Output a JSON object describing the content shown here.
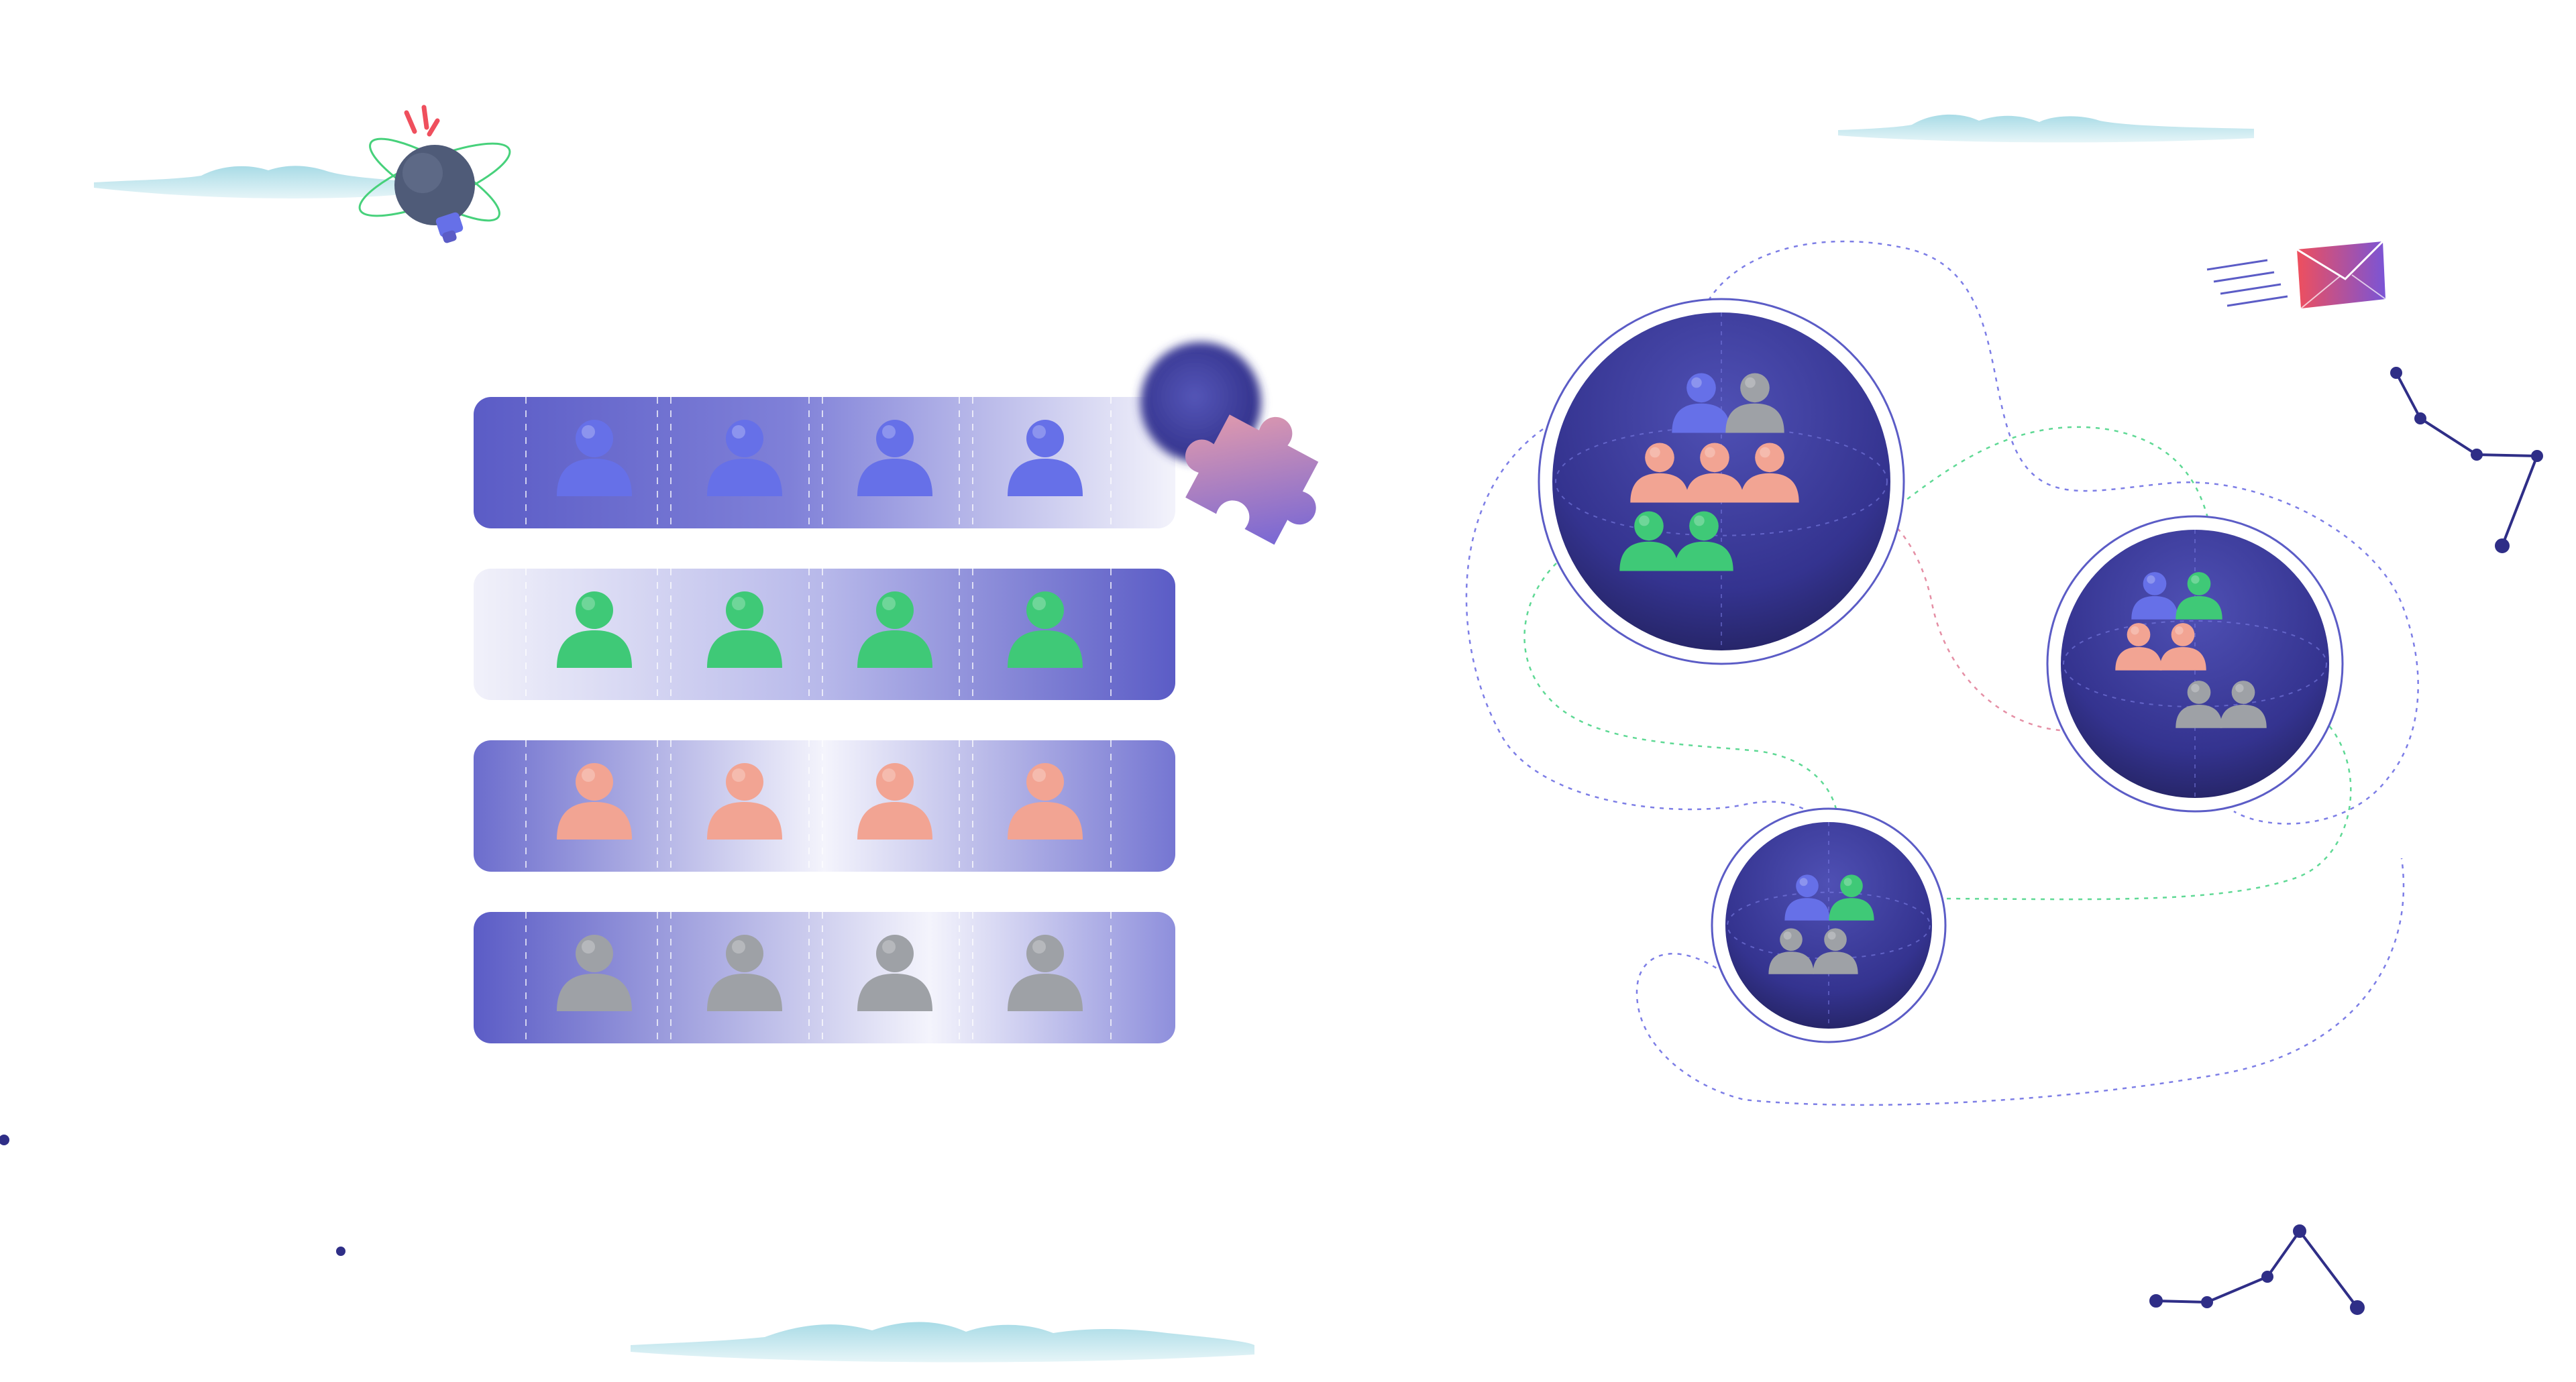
{
  "colors": {
    "background": "#ffffff",
    "navy": "#3b3a9a",
    "bar_blue": "#5b5cc6",
    "user_blue": "#6670e8",
    "user_green": "#3fc977",
    "user_pink": "#f2a493",
    "user_gray": "#9ea1a6",
    "cloud": "#a8dbe6",
    "envelope_red": "#ef4f5d",
    "envelope_violet": "#7a54d6",
    "orbit_green": "#47d17b",
    "path_violet": "#7d7ee6",
    "path_green": "#5fd995",
    "path_pink": "#e58fa5"
  },
  "groups": [
    {
      "name": "blue",
      "members": 4,
      "color": "#6670e8"
    },
    {
      "name": "green",
      "members": 4,
      "color": "#3fc977"
    },
    {
      "name": "pink",
      "members": 4,
      "color": "#f2a493"
    },
    {
      "name": "gray",
      "members": 4,
      "color": "#9ea1a6"
    }
  ],
  "clusters": [
    {
      "rows": [
        [
          "blue",
          "gray"
        ],
        [
          "pink",
          "pink",
          "pink"
        ],
        [
          "green",
          "green"
        ]
      ]
    },
    {
      "rows": [
        [
          "blue",
          "green"
        ],
        [
          "pink",
          "pink"
        ],
        [
          "gray",
          "gray"
        ]
      ]
    },
    {
      "rows": [
        [
          "blue",
          "green"
        ],
        [
          "gray",
          "gray"
        ]
      ]
    }
  ],
  "icons": [
    "lightbulb-icon",
    "puzzle-piece-icon",
    "envelope-icon",
    "constellation-icon",
    "cloud-icon"
  ]
}
